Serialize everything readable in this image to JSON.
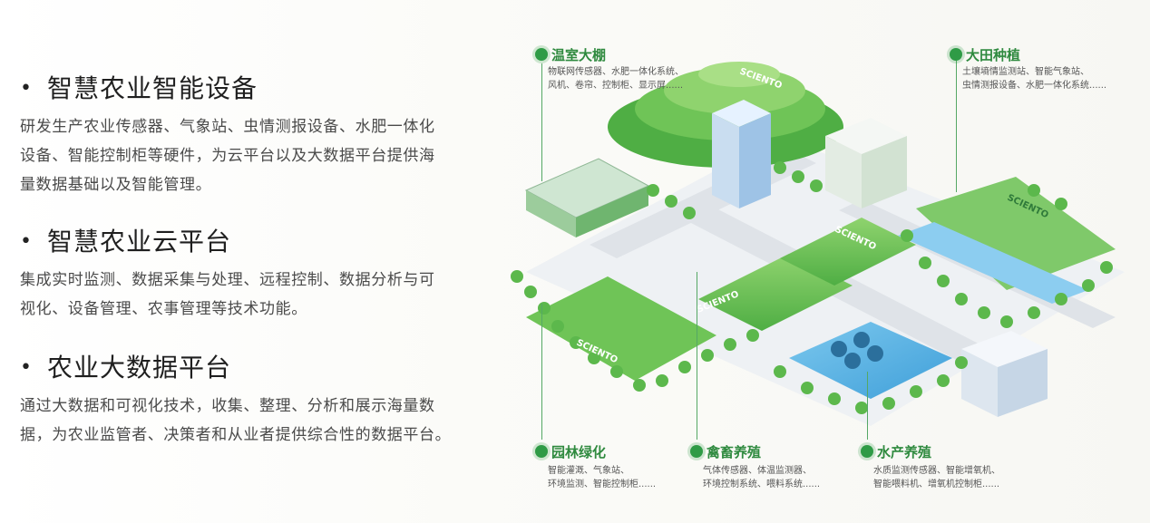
{
  "sections": [
    {
      "title": "智慧农业智能设备",
      "desc_lines": [
        "研发生产农业传感器、气象站、虫情测报设备、水肥一体化",
        "设备、智能控制柜等硬件，为云平台以及大数据平台提供海",
        "量数据基础以及智能管理。"
      ]
    },
    {
      "title": "智慧农业云平台",
      "desc_lines": [
        "集成实时监测、数据采集与处理、远程控制、数据分析与可",
        "视化、设备管理、农事管理等技术功能。"
      ]
    },
    {
      "title": "农业大数据平台",
      "desc_lines": [
        "通过大数据和可视化技术，收集、整理、分析和展示海量数",
        "据，为农业监管者、决策者和从业者提供综合性的数据平台。"
      ]
    }
  ],
  "areas": {
    "greenhouse": {
      "title": "温室大棚",
      "desc_lines": [
        "物联网传感器、水肥一体化系统、",
        "风机、卷帘、控制柜、显示屏......"
      ]
    },
    "field": {
      "title": "大田种植",
      "desc_lines": [
        "土壤墒情监测站、智能气象站、",
        "虫情测报设备、水肥一体化系统......"
      ]
    },
    "garden": {
      "title": "园林绿化",
      "desc_lines": [
        "智能灌溉、气象站、",
        "环境监测、智能控制柜......"
      ]
    },
    "livestock": {
      "title": "禽畜养殖",
      "desc_lines": [
        "气体传感器、体温监测器、",
        "环境控制系统、喂料系统......"
      ]
    },
    "aquaculture": {
      "title": "水产养殖",
      "desc_lines": [
        "水质监测传感器、智能增氧机、",
        "智能喂料机、增氧机控制柜......"
      ]
    }
  },
  "brand": "SCIENTO",
  "colors": {
    "accent": "#2f9b46",
    "water": "#5fb6e6",
    "road": "#dfe3e8"
  }
}
